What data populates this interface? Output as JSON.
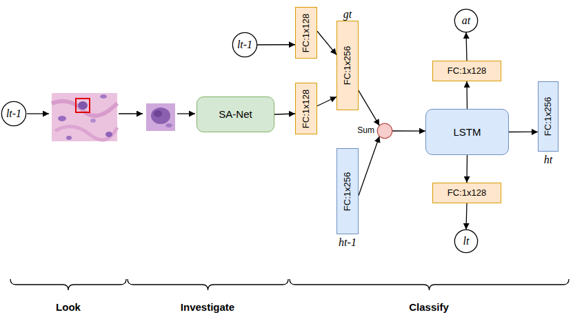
{
  "diagram": {
    "nodes": [
      {
        "text": [
          "lt-1"
        ]
      },
      {
        "text": [
          "SA-Net"
        ]
      },
      {
        "text": [
          "lt-1"
        ]
      },
      {
        "text": [
          "FC:1x128"
        ]
      },
      {
        "text": [
          "FC:1x128"
        ]
      },
      {
        "text": [
          "FC:1x256",
          "gt"
        ]
      },
      {
        "text": [
          "Sum"
        ]
      },
      {
        "text": [
          "FC:1x256",
          "ht-1"
        ]
      },
      {
        "text": [
          "LSTM"
        ]
      },
      {
        "text": [
          "FC:1x128"
        ]
      },
      {
        "text": [
          "at"
        ]
      },
      {
        "text": [
          "FC:1x128"
        ]
      },
      {
        "text": [
          "lt"
        ]
      },
      {
        "text": [
          "FC:1x256",
          "ht"
        ]
      }
    ],
    "edges": [
      {
        "from": 1,
        "to": 4,
        "arrow": "to"
      },
      {
        "from": 2,
        "to": 3,
        "arrow": "to"
      },
      {
        "from": 3,
        "to": 5,
        "arrow": "to"
      },
      {
        "from": 4,
        "to": 5,
        "arrow": "to"
      },
      {
        "from": 5,
        "to": 6,
        "arrow": "to"
      },
      {
        "from": 7,
        "to": 6,
        "arrow": "to"
      },
      {
        "from": 6,
        "to": 8,
        "arrow": "to"
      },
      {
        "from": 8,
        "to": 9,
        "arrow": "to"
      },
      {
        "from": 9,
        "to": 10,
        "arrow": "to"
      },
      {
        "from": 8,
        "to": 11,
        "arrow": "to"
      },
      {
        "from": 11,
        "to": 12,
        "arrow": "to"
      },
      {
        "from": 8,
        "to": 13,
        "arrow": "to"
      }
    ],
    "labels": [
      "Look",
      "Investigate",
      "Classify"
    ]
  }
}
